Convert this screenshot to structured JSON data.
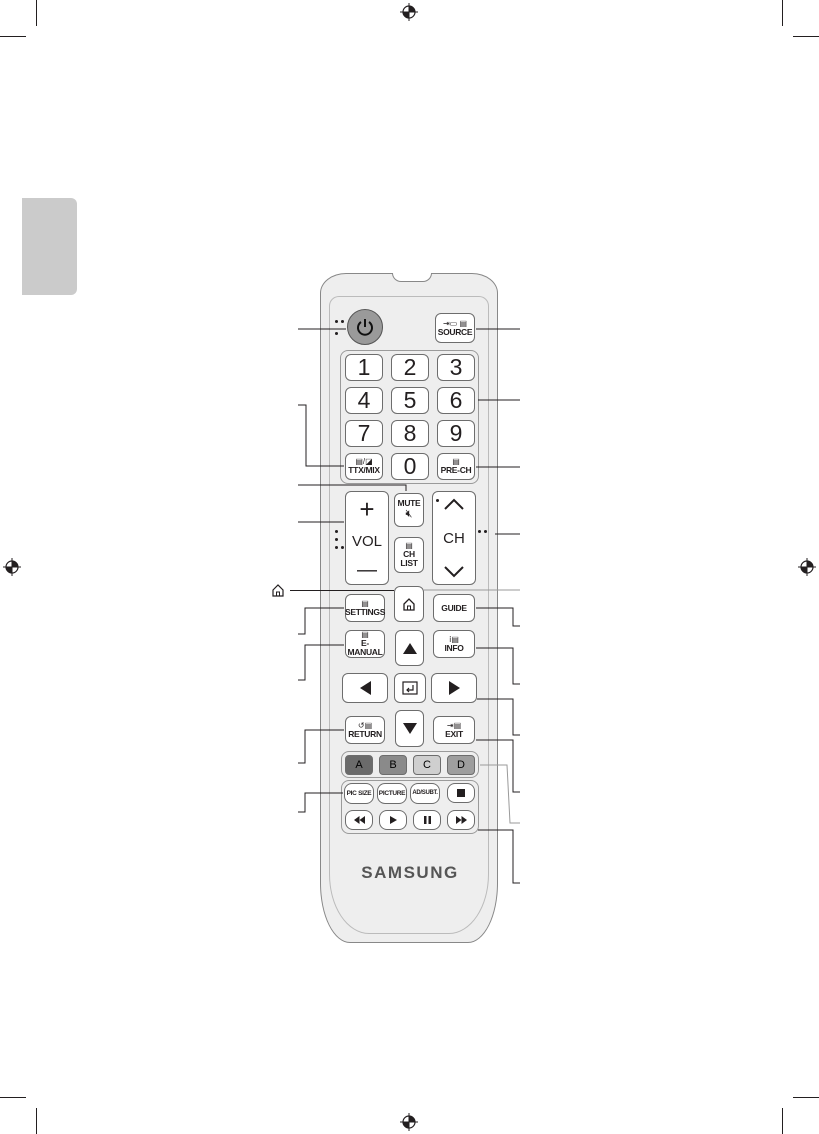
{
  "remote": {
    "power_icon": "power-icon",
    "source": "SOURCE",
    "digits": [
      "1",
      "2",
      "3",
      "4",
      "5",
      "6",
      "7",
      "8",
      "9",
      "0"
    ],
    "ttx": "TTX/MIX",
    "prech": "PRE-CH",
    "mute": "MUTE",
    "vol": "VOL",
    "vol_plus": "+",
    "vol_minus": "—",
    "ch": "CH",
    "chlist_1": "CH",
    "chlist_2": "LIST",
    "settings": "SETTINGS",
    "guide": "GUIDE",
    "emanual": "E-MANUAL",
    "info": "INFO",
    "return": "RETURN",
    "exit": "EXIT",
    "color_a": "A",
    "color_b": "B",
    "color_c": "C",
    "color_d": "D",
    "picsize": "PIC SIZE",
    "picture": "PICTURE",
    "adsubt": "AD/SUBT.",
    "brand": "SAMSUNG"
  },
  "colors": {
    "tab": "#cbcbcb",
    "body": "#eeeeee",
    "power": "#9a9a9a",
    "a": "#6b6b6b",
    "b": "#8a8a8a",
    "c": "#cfcfcf",
    "d": "#9e9e9e"
  }
}
